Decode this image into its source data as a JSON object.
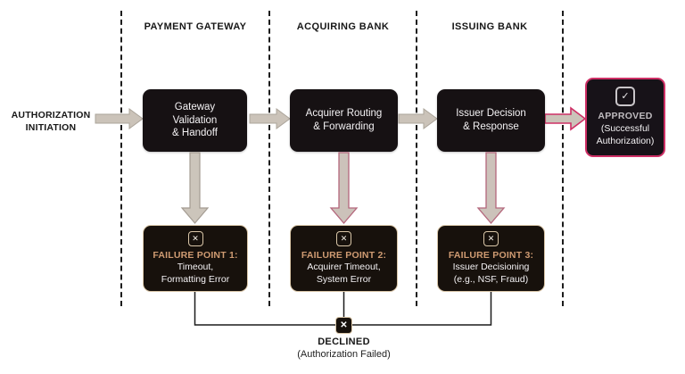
{
  "colors": {
    "accent_pink": "#ce3066",
    "muted_pink": "#b4677c",
    "arrow_fill": "#cbc3b9",
    "arrow_outline": "#aba49a",
    "failure_border": "#d9c6a8",
    "failure_accent": "#cf9b72",
    "box_black": "#161113"
  },
  "icons": {
    "approved_check": "✓",
    "failure_x": "✕",
    "declined_x": "✕"
  },
  "lanes": [
    {
      "header": "PAYMENT GATEWAY"
    },
    {
      "header": "ACQUIRING BANK"
    },
    {
      "header": "ISSUING BANK"
    }
  ],
  "start": {
    "label": "AUTHORIZATION\nINITIATION"
  },
  "process_boxes": [
    {
      "label": "Gateway\nValidation\n& Handoff"
    },
    {
      "label": "Acquirer Routing\n& Forwarding"
    },
    {
      "label": "Issuer Decision\n& Response"
    }
  ],
  "approved": {
    "title": "APPROVED",
    "subtitle": "(Successful\nAuthorization)"
  },
  "failure_boxes": [
    {
      "title": "FAILURE POINT 1:",
      "detail": "Timeout,\nFormatting Error"
    },
    {
      "title": "FAILURE POINT 2:",
      "detail": "Acquirer Timeout,\nSystem Error"
    },
    {
      "title": "FAILURE POINT 3:",
      "detail": "Issuer Decisioning\n(e.g., NSF, Fraud)"
    }
  ],
  "declined": {
    "title": "DECLINED",
    "subtitle": "(Authorization Failed)"
  }
}
